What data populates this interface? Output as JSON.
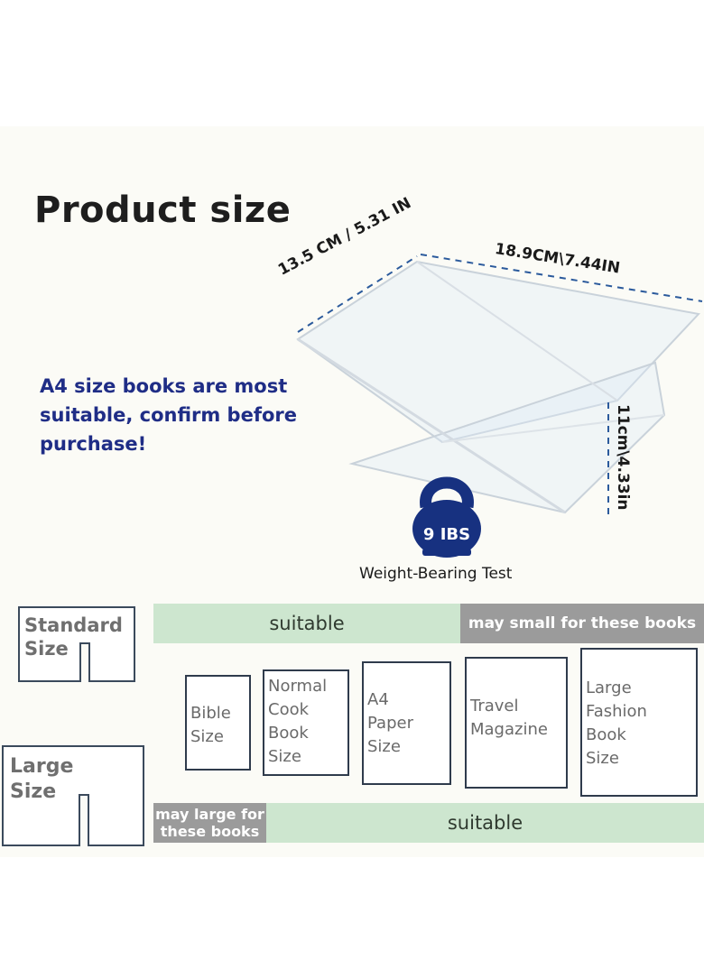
{
  "title": "Product size",
  "note": "A4 size books are most suitable, confirm before purchase!",
  "dimensions": {
    "depth": "13.5 CM / 5.31 IN",
    "width": "18.9CM\\7.44IN",
    "height": "11cm\\4.33in"
  },
  "weight": {
    "label": "9 IBS",
    "caption": "Weight-Bearing Test",
    "color": "#173180"
  },
  "standard_stand": {
    "label_line1": "Standard",
    "label_line2": "Size",
    "suitable_label": "suitable",
    "small_label": "may small for these books"
  },
  "large_stand": {
    "label_line1": "Large",
    "label_line2": "Size",
    "large_label_line1": "may large for",
    "large_label_line2": "these books",
    "suitable_label": "suitable"
  },
  "books": [
    {
      "lines": [
        "Bible",
        "Size"
      ]
    },
    {
      "lines": [
        "Normal",
        "Cook",
        "Book",
        "Size"
      ]
    },
    {
      "lines": [
        "A4",
        "Paper",
        "Size"
      ]
    },
    {
      "lines": [
        "Travel",
        "Magazine"
      ]
    },
    {
      "lines": [
        "Large",
        "Fashion",
        "Book",
        "Size"
      ]
    }
  ],
  "colors": {
    "accent_blue": "#1f2d86",
    "suitable_green": "#cde6cf",
    "unsuitable_gray": "#9b9b9b"
  }
}
